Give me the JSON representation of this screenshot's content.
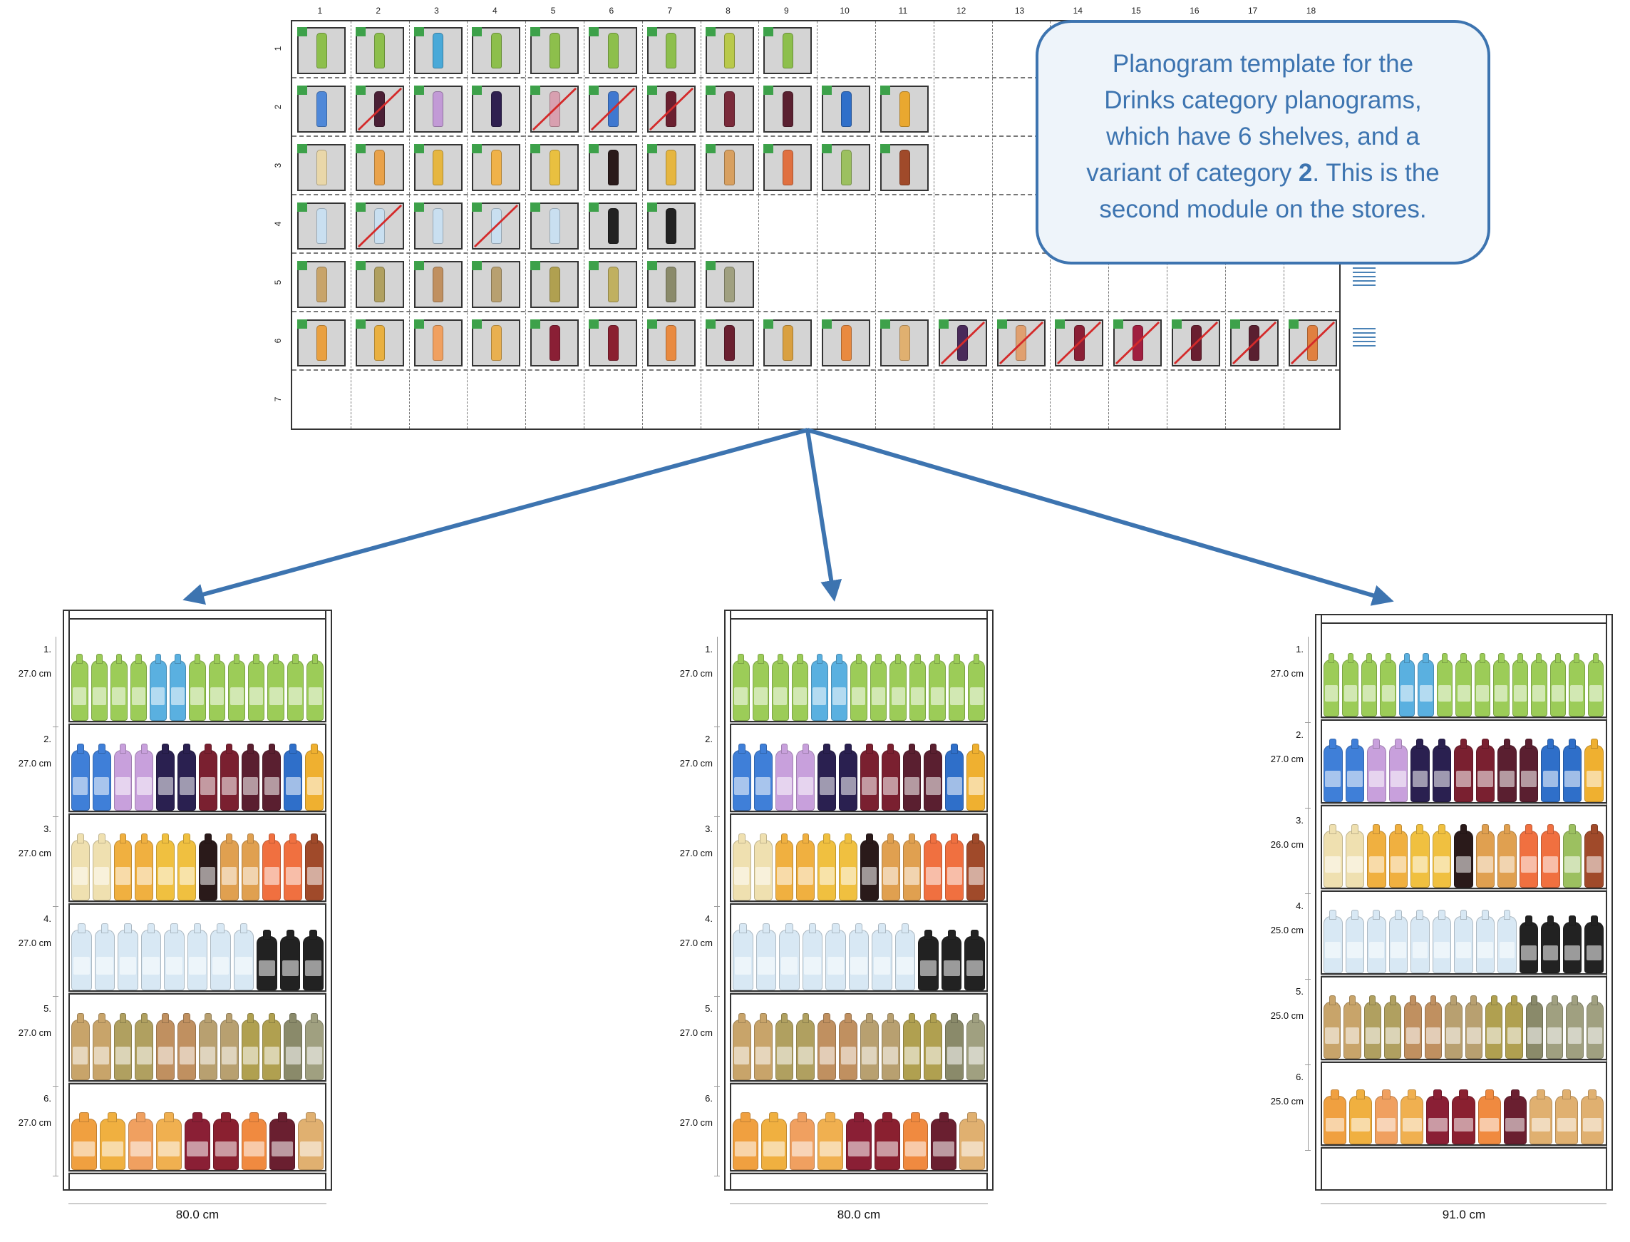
{
  "template": {
    "columns": [
      "1",
      "2",
      "3",
      "4",
      "5",
      "6",
      "7",
      "8",
      "9",
      "10",
      "11",
      "12",
      "13",
      "14",
      "15",
      "16",
      "17",
      "18"
    ],
    "rows": [
      "1",
      "2",
      "3",
      "4",
      "5",
      "6",
      "7"
    ],
    "shelves": [
      {
        "row": "1",
        "slots": [
          {
            "c": "#8dbf4c",
            "x": false
          },
          {
            "c": "#8dbf4c",
            "x": false
          },
          {
            "c": "#49a9d8",
            "x": false
          },
          {
            "c": "#8dbf4c",
            "x": false
          },
          {
            "c": "#8dbf4c",
            "x": false
          },
          {
            "c": "#8dbf4c",
            "x": false
          },
          {
            "c": "#8dbf4c",
            "x": false
          },
          {
            "c": "#b9c94a",
            "x": false
          },
          {
            "c": "#8dbf4c",
            "x": false
          }
        ]
      },
      {
        "row": "2",
        "slots": [
          {
            "c": "#4f88d8",
            "x": false
          },
          {
            "c": "#4a1f35",
            "x": true
          },
          {
            "c": "#c29ad6",
            "x": false
          },
          {
            "c": "#2f2050",
            "x": false
          },
          {
            "c": "#d8a0b0",
            "x": true
          },
          {
            "c": "#3f78d0",
            "x": true
          },
          {
            "c": "#6a1f2f",
            "x": true
          },
          {
            "c": "#7a2a3a",
            "x": false
          },
          {
            "c": "#5a2030",
            "x": false
          },
          {
            "c": "#2f6fc9",
            "x": false
          },
          {
            "c": "#e9a830",
            "x": false
          }
        ]
      },
      {
        "row": "3",
        "slots": [
          {
            "c": "#e9d7a9",
            "x": false
          },
          {
            "c": "#e9a24a",
            "x": false
          },
          {
            "c": "#e6b640",
            "x": false
          },
          {
            "c": "#f0b24a",
            "x": false
          },
          {
            "c": "#e9c040",
            "x": false
          },
          {
            "c": "#2a1a1a",
            "x": false
          },
          {
            "c": "#e6b640",
            "x": false
          },
          {
            "c": "#d8a060",
            "x": false
          },
          {
            "c": "#e07040",
            "x": false
          },
          {
            "c": "#9cc060",
            "x": false
          },
          {
            "c": "#a04a2a",
            "x": false
          }
        ]
      },
      {
        "row": "4",
        "slots": [
          {
            "c": "#c9dff0",
            "x": false
          },
          {
            "c": "#c9dff0",
            "x": true
          },
          {
            "c": "#c9dff0",
            "x": false
          },
          {
            "c": "#c9dff0",
            "x": true
          },
          {
            "c": "#c9dff0",
            "x": false
          },
          {
            "c": "#222222",
            "x": false
          },
          {
            "c": "#222222",
            "x": false
          }
        ]
      },
      {
        "row": "5",
        "slots": [
          {
            "c": "#c8a46a",
            "x": false
          },
          {
            "c": "#b0a060",
            "x": false
          },
          {
            "c": "#c09060",
            "x": false
          },
          {
            "c": "#b8a070",
            "x": false
          },
          {
            "c": "#b0a050",
            "x": false
          },
          {
            "c": "#c0b060",
            "x": false
          },
          {
            "c": "#8a8a6a",
            "x": false
          },
          {
            "c": "#a0a080",
            "x": false
          }
        ]
      },
      {
        "row": "6",
        "slots": [
          {
            "c": "#e9a040",
            "x": false
          },
          {
            "c": "#e9b040",
            "x": false
          },
          {
            "c": "#f0a060",
            "x": false
          },
          {
            "c": "#e9b050",
            "x": false
          },
          {
            "c": "#8a1f35",
            "x": false
          },
          {
            "c": "#8a2030",
            "x": false
          },
          {
            "c": "#e98a40",
            "x": false
          },
          {
            "c": "#6a1f30",
            "x": false
          },
          {
            "c": "#d9a040",
            "x": false
          },
          {
            "c": "#e98a40",
            "x": false
          },
          {
            "c": "#e0b070",
            "x": false
          },
          {
            "c": "#4a2a5a",
            "x": true
          },
          {
            "c": "#e0a070",
            "x": true
          },
          {
            "c": "#8a1f35",
            "x": true
          },
          {
            "c": "#a01f40",
            "x": true
          },
          {
            "c": "#6a1f30",
            "x": true
          },
          {
            "c": "#5a1f30",
            "x": true
          },
          {
            "c": "#e08040",
            "x": true
          }
        ]
      }
    ]
  },
  "callout": {
    "line1": "Planogram template for the",
    "line2": "Drinks category planograms,",
    "line3": "which have 6 shelves, and a",
    "line4_pre": "variant of category ",
    "line4_bold": "2",
    "line4_post": ". This is the",
    "line5": "second module on the stores."
  },
  "modules": [
    {
      "width_label": "80.0 cm",
      "shelves": [
        {
          "num": "1.",
          "height": "27.0 cm",
          "colors": [
            "#9ccc58",
            "#9ccc58",
            "#9ccc58",
            "#9ccc58",
            "#5ab0e0",
            "#5ab0e0",
            "#9ccc58",
            "#9ccc58",
            "#9ccc58",
            "#9ccc58",
            "#9ccc58",
            "#9ccc58",
            "#9ccc58"
          ]
        },
        {
          "num": "2.",
          "height": "27.0 cm",
          "colors": [
            "#3f7fd8",
            "#3f7fd8",
            "#c8a0dc",
            "#c8a0dc",
            "#2a2050",
            "#2a2050",
            "#7a2030",
            "#7a2030",
            "#5a1f30",
            "#5a1f30",
            "#2f6fc9",
            "#efb030"
          ]
        },
        {
          "num": "3.",
          "height": "27.0 cm",
          "colors": [
            "#efe0b0",
            "#efe0b0",
            "#f0b040",
            "#f0b040",
            "#f0c040",
            "#f0c040",
            "#2a1a1a",
            "#e0a050",
            "#e0a050",
            "#f07040",
            "#f07040",
            "#a04a2a"
          ]
        },
        {
          "num": "4.",
          "height": "27.0 cm",
          "colors": [
            "#d8e8f4",
            "#d8e8f4",
            "#d8e8f4",
            "#d8e8f4",
            "#d8e8f4",
            "#d8e8f4",
            "#d8e8f4",
            "#d8e8f4",
            "#222222",
            "#222222",
            "#222222"
          ]
        },
        {
          "num": "5.",
          "height": "27.0 cm",
          "colors": [
            "#c8a46a",
            "#c8a46a",
            "#b0a060",
            "#b0a060",
            "#c09060",
            "#c09060",
            "#b8a070",
            "#b8a070",
            "#b0a050",
            "#b0a050",
            "#8a8a6a",
            "#a0a080"
          ]
        },
        {
          "num": "6.",
          "height": "27.0 cm",
          "colors": [
            "#f0a040",
            "#f0b040",
            "#f0a060",
            "#f0b050",
            "#8a1f35",
            "#8a2030",
            "#f08a40",
            "#6a1f30",
            "#e0b070"
          ]
        }
      ]
    },
    {
      "width_label": "80.0 cm",
      "shelves": [
        {
          "num": "1.",
          "height": "27.0 cm",
          "colors": [
            "#9ccc58",
            "#9ccc58",
            "#9ccc58",
            "#9ccc58",
            "#5ab0e0",
            "#5ab0e0",
            "#9ccc58",
            "#9ccc58",
            "#9ccc58",
            "#9ccc58",
            "#9ccc58",
            "#9ccc58",
            "#9ccc58"
          ]
        },
        {
          "num": "2.",
          "height": "27.0 cm",
          "colors": [
            "#3f7fd8",
            "#3f7fd8",
            "#c8a0dc",
            "#c8a0dc",
            "#2a2050",
            "#2a2050",
            "#7a2030",
            "#7a2030",
            "#5a1f30",
            "#5a1f30",
            "#2f6fc9",
            "#efb030"
          ]
        },
        {
          "num": "3.",
          "height": "27.0 cm",
          "colors": [
            "#efe0b0",
            "#efe0b0",
            "#f0b040",
            "#f0b040",
            "#f0c040",
            "#f0c040",
            "#2a1a1a",
            "#e0a050",
            "#e0a050",
            "#f07040",
            "#f07040",
            "#a04a2a"
          ]
        },
        {
          "num": "4.",
          "height": "27.0 cm",
          "colors": [
            "#d8e8f4",
            "#d8e8f4",
            "#d8e8f4",
            "#d8e8f4",
            "#d8e8f4",
            "#d8e8f4",
            "#d8e8f4",
            "#d8e8f4",
            "#222222",
            "#222222",
            "#222222"
          ]
        },
        {
          "num": "5.",
          "height": "27.0 cm",
          "colors": [
            "#c8a46a",
            "#c8a46a",
            "#b0a060",
            "#b0a060",
            "#c09060",
            "#c09060",
            "#b8a070",
            "#b8a070",
            "#b0a050",
            "#b0a050",
            "#8a8a6a",
            "#a0a080"
          ]
        },
        {
          "num": "6.",
          "height": "27.0 cm",
          "colors": [
            "#f0a040",
            "#f0b040",
            "#f0a060",
            "#f0b050",
            "#8a1f35",
            "#8a2030",
            "#f08a40",
            "#6a1f30",
            "#e0b070"
          ]
        }
      ]
    },
    {
      "width_label": "91.0 cm",
      "shelves": [
        {
          "num": "1.",
          "height": "27.0 cm",
          "colors": [
            "#9ccc58",
            "#9ccc58",
            "#9ccc58",
            "#9ccc58",
            "#5ab0e0",
            "#5ab0e0",
            "#9ccc58",
            "#9ccc58",
            "#9ccc58",
            "#9ccc58",
            "#9ccc58",
            "#9ccc58",
            "#9ccc58",
            "#9ccc58",
            "#9ccc58"
          ]
        },
        {
          "num": "2.",
          "height": "27.0 cm",
          "colors": [
            "#3f7fd8",
            "#3f7fd8",
            "#c8a0dc",
            "#c8a0dc",
            "#2a2050",
            "#2a2050",
            "#7a2030",
            "#7a2030",
            "#5a1f30",
            "#5a1f30",
            "#2f6fc9",
            "#2f6fc9",
            "#efb030"
          ]
        },
        {
          "num": "3.",
          "height": "26.0 cm",
          "colors": [
            "#efe0b0",
            "#efe0b0",
            "#f0b040",
            "#f0b040",
            "#f0c040",
            "#f0c040",
            "#2a1a1a",
            "#e0a050",
            "#e0a050",
            "#f07040",
            "#f07040",
            "#9cc060",
            "#a04a2a"
          ]
        },
        {
          "num": "4.",
          "height": "25.0 cm",
          "colors": [
            "#d8e8f4",
            "#d8e8f4",
            "#d8e8f4",
            "#d8e8f4",
            "#d8e8f4",
            "#d8e8f4",
            "#d8e8f4",
            "#d8e8f4",
            "#d8e8f4",
            "#222222",
            "#222222",
            "#222222",
            "#222222"
          ]
        },
        {
          "num": "5.",
          "height": "25.0 cm",
          "colors": [
            "#c8a46a",
            "#c8a46a",
            "#b0a060",
            "#b0a060",
            "#c09060",
            "#c09060",
            "#b8a070",
            "#b8a070",
            "#b0a050",
            "#b0a050",
            "#8a8a6a",
            "#a0a080",
            "#a0a080",
            "#a0a080"
          ]
        },
        {
          "num": "6.",
          "height": "25.0 cm",
          "colors": [
            "#f0a040",
            "#f0b040",
            "#f0a060",
            "#f0b050",
            "#8a1f35",
            "#8a2030",
            "#f08a40",
            "#6a1f30",
            "#e0b070",
            "#e0b070",
            "#e0b070"
          ]
        }
      ]
    }
  ],
  "colors": {
    "accent": "#3d74b0",
    "flag": "#3da14a",
    "cross": "#d42a2a"
  }
}
